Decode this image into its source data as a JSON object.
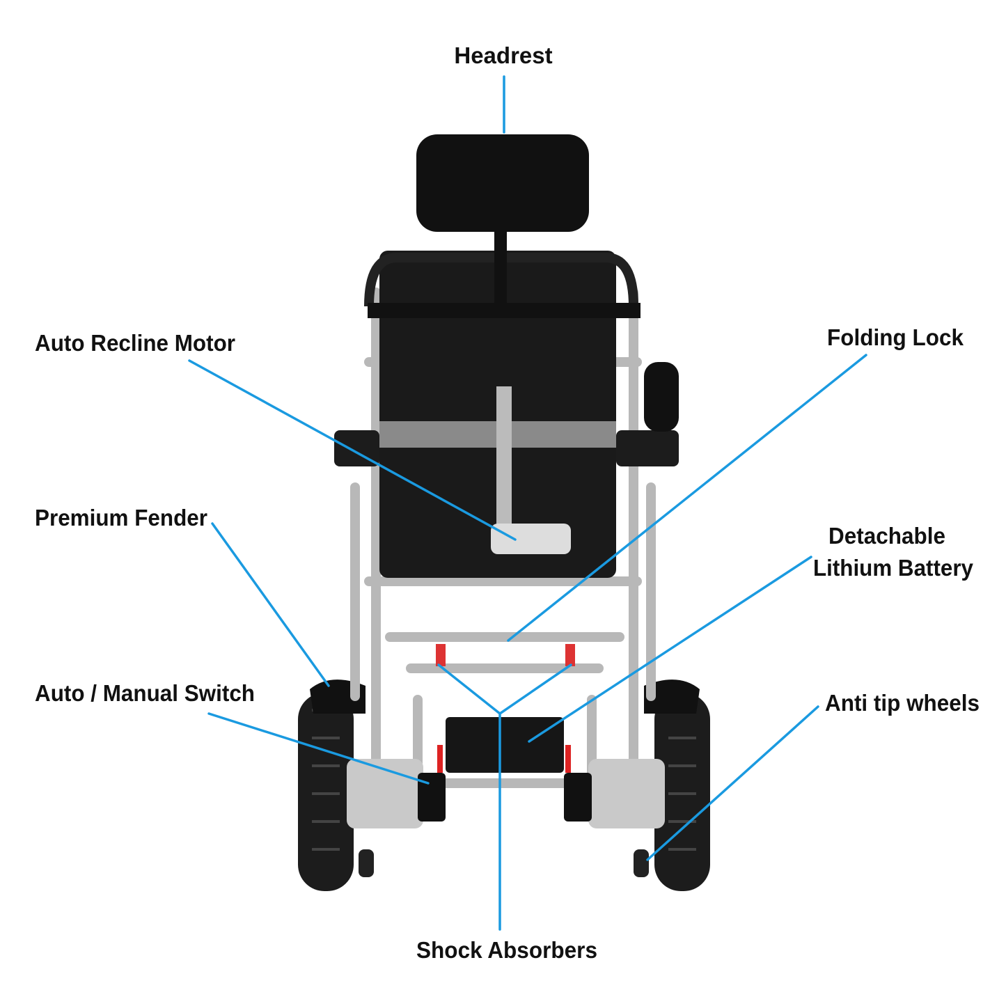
{
  "labels": {
    "headrest": "Headrest",
    "auto_recline_motor": "Auto Recline Motor",
    "folding_lock": "Folding Lock",
    "premium_fender": "Premium Fender",
    "detachable_line1": "Detachable",
    "detachable_line2": "Lithium Battery",
    "auto_manual_switch": "Auto / Manual Switch",
    "anti_tip_wheels": "Anti tip wheels",
    "shock_absorbers": "Shock Absorbers"
  },
  "colors": {
    "leader_line": "#1a9ae0",
    "frame": "#b8b8b8",
    "upholstery": "#1a1a1a"
  }
}
